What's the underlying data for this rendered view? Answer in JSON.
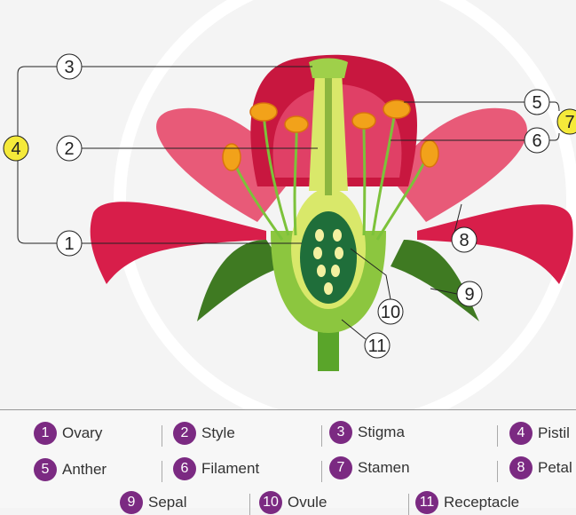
{
  "callouts": {
    "c1": "1",
    "c2": "2",
    "c3": "3",
    "c4": "4",
    "c5": "5",
    "c6": "6",
    "c7": "7",
    "c8": "8",
    "c9": "9",
    "c10": "10",
    "c11": "11"
  },
  "colors": {
    "legend_badge": "#7b2a82",
    "highlight": "#f5ea3a",
    "petal": "#e0234e",
    "sepal": "#3f7a22"
  },
  "legend": [
    {
      "num": "1",
      "label": "Ovary"
    },
    {
      "num": "2",
      "label": "Style"
    },
    {
      "num": "3",
      "label": "Stigma"
    },
    {
      "num": "4",
      "label": "Pistil"
    },
    {
      "num": "5",
      "label": "Anther"
    },
    {
      "num": "6",
      "label": "Filament"
    },
    {
      "num": "7",
      "label": "Stamen"
    },
    {
      "num": "8",
      "label": "Petal"
    },
    {
      "num": "9",
      "label": "Sepal"
    },
    {
      "num": "10",
      "label": "Ovule"
    },
    {
      "num": "11",
      "label": "Receptacle"
    }
  ]
}
